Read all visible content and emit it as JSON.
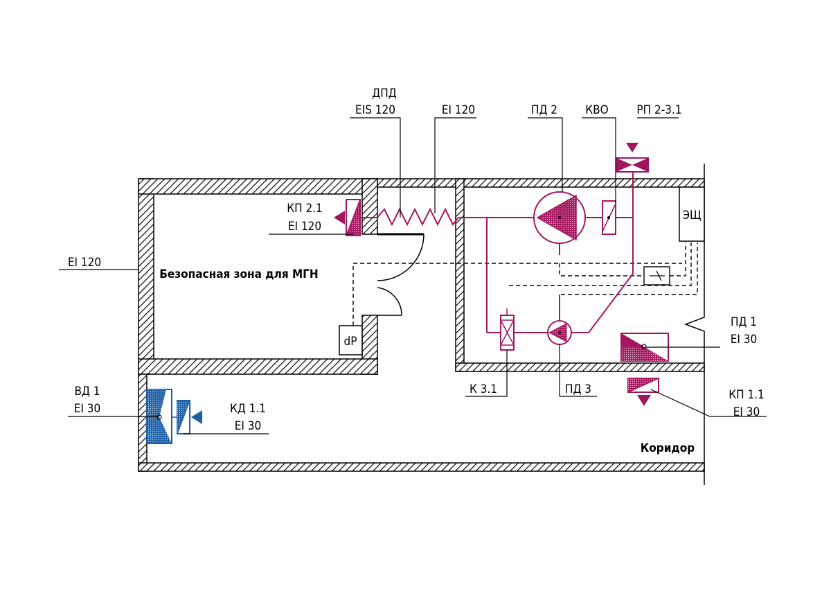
{
  "labels": {
    "dpd": "ДПД",
    "eis120": "EIS 120",
    "ei120_top": "EI 120",
    "pd2": "ПД 2",
    "kvo": "КВО",
    "rp": "РП 2-3.1",
    "kp21": "КП 2.1",
    "kp21_ei": "EI 120",
    "ei120_left": "EI 120",
    "zone": "Безопасная зона для МГН",
    "esch": "ЭЩ",
    "dp": "dP",
    "pd1": "ПД 1",
    "pd1_ei": "EI 30",
    "vd1": "ВД 1",
    "vd1_ei": "EI 30",
    "kd11": "КД 1.1",
    "kd11_ei": "EI 30",
    "k31": "К 3.1",
    "pd3": "ПД 3",
    "kp11": "КП 1.1",
    "kp11_ei": "EI 30",
    "corridor": "Коридор"
  },
  "colors": {
    "supply": "#a3155e",
    "exhaust": "#1d5fa5",
    "walls": "#000000"
  }
}
